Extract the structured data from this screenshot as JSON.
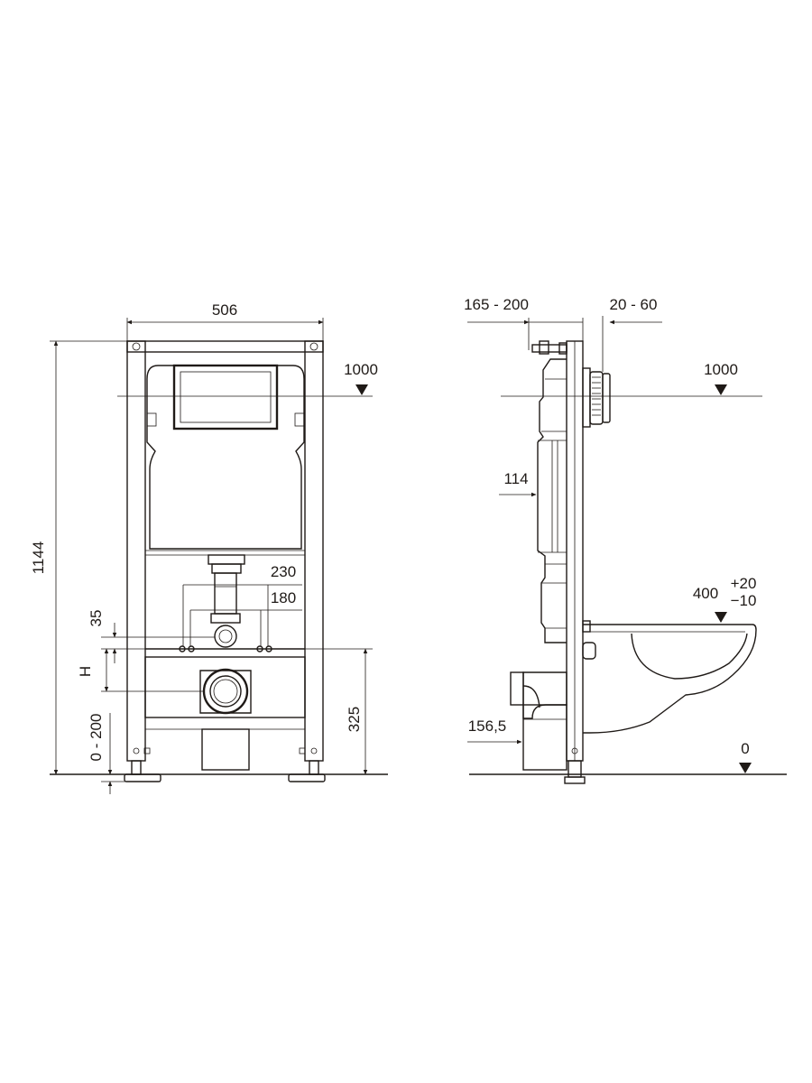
{
  "front_view": {
    "width": "506",
    "height_total": "1144",
    "level_mark": "1000",
    "dim_230": "230",
    "dim_180": "180",
    "dim_35": "35",
    "dim_h": "H",
    "dim_325": "325",
    "dim_leg": "0 - 200"
  },
  "side_view": {
    "depth_range": "165 - 200",
    "plate_range": "20 - 60",
    "level_mark": "1000",
    "dim_114": "114",
    "bowl_height": "400",
    "tol_plus": "+20",
    "tol_minus": "−10",
    "dim_156": "156,5",
    "floor_mark": "0"
  }
}
